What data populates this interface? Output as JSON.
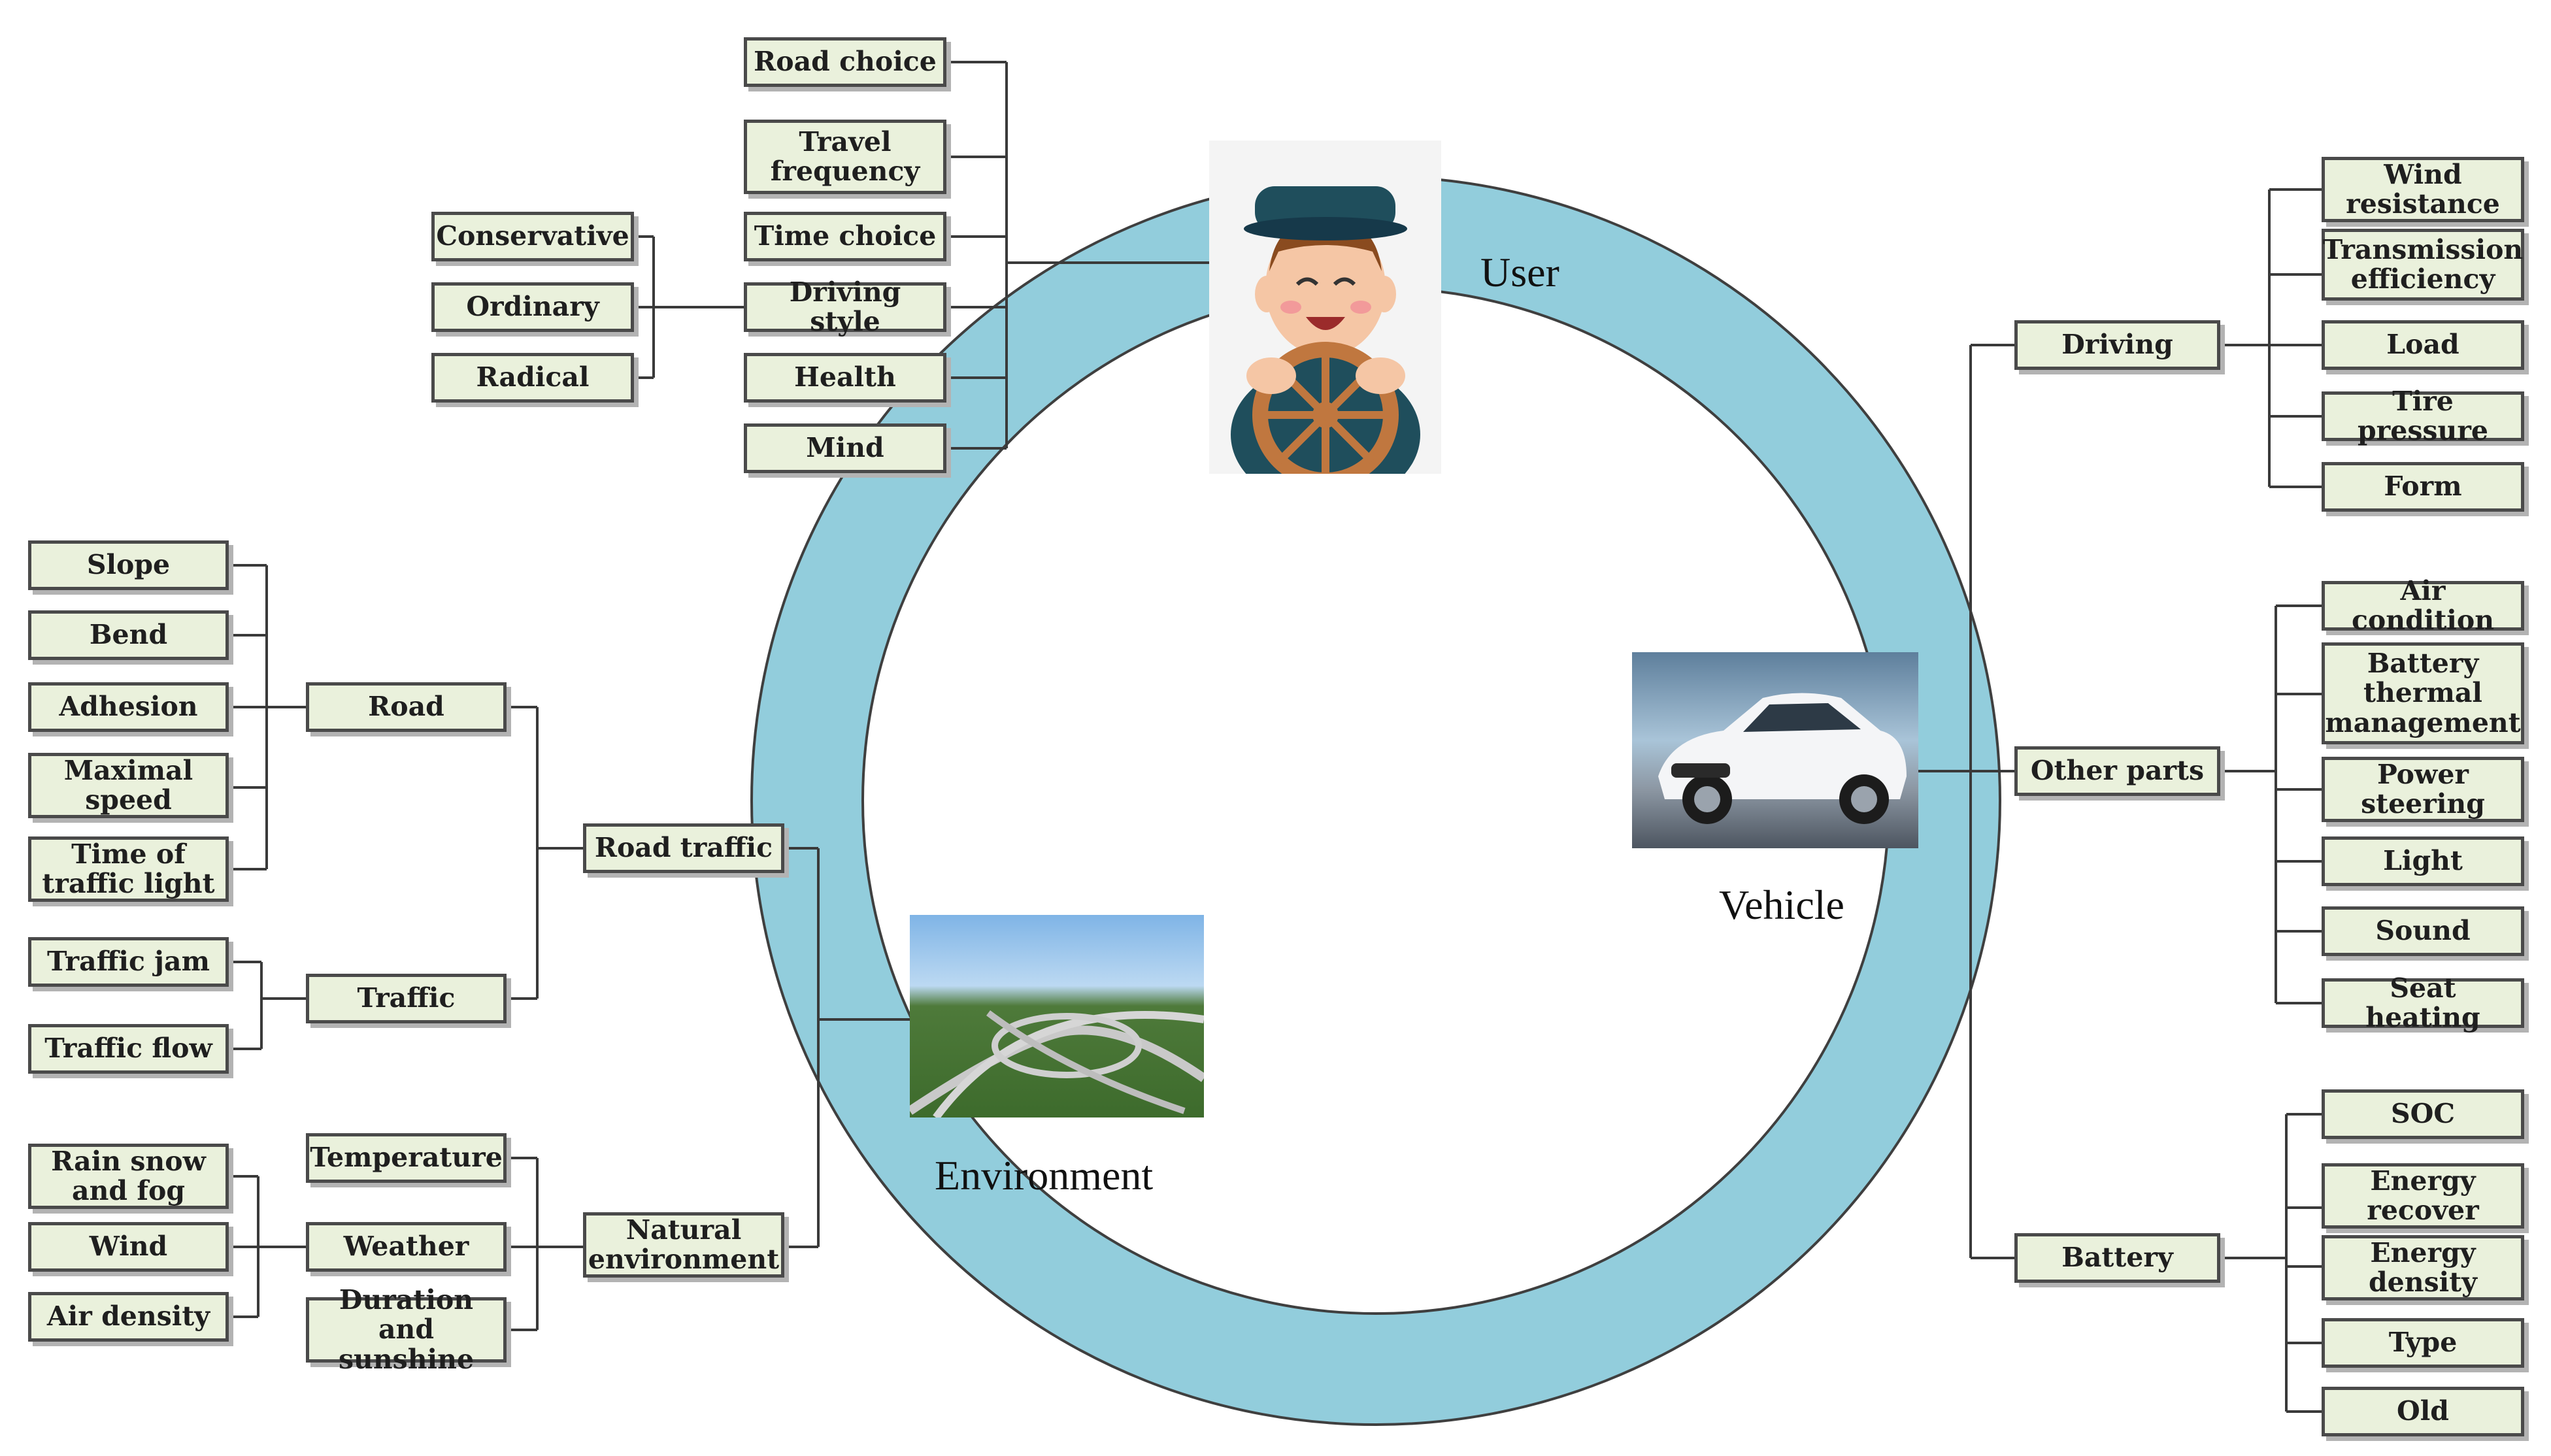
{
  "hub": {
    "user_label": "User",
    "vehicle_label": "Vehicle",
    "environment_label": "Environment",
    "ring_color": "#92cddc"
  },
  "user": {
    "driving_style": "Driving style",
    "items": {
      "road_choice": "Road choice",
      "travel_frequency": "Travel\nfrequency",
      "time_choice": "Time choice",
      "health": "Health",
      "mind": "Mind"
    },
    "styles": [
      "Conservative",
      "Ordinary",
      "Radical"
    ]
  },
  "vehicle": {
    "driving": {
      "label": "Driving",
      "items": [
        "Wind\nresistance",
        "Transmission\nefficiency",
        "Load",
        "Tire pressure",
        "Form"
      ]
    },
    "other_parts": {
      "label": "Other parts",
      "items": [
        "Air condition",
        "Battery\nthermal\nmanagement",
        "Power\nsteering",
        "Light",
        "Sound",
        "Seat heating"
      ]
    },
    "battery": {
      "label": "Battery",
      "items": [
        "SOC",
        "Energy\nrecover",
        "Energy\ndensity",
        "Type",
        "Old"
      ]
    }
  },
  "environment": {
    "road_traffic": {
      "label": "Road traffic",
      "road": {
        "label": "Road",
        "items": [
          "Slope",
          "Bend",
          "Adhesion",
          "Maximal\nspeed",
          "Time of\ntraffic light"
        ]
      },
      "traffic": {
        "label": "Traffic",
        "items": [
          "Traffic jam",
          "Traffic flow"
        ]
      }
    },
    "natural": {
      "label": "Natural\nenvironment",
      "temperature": "Temperature",
      "weather": {
        "label": "Weather",
        "items": [
          "Rain snow\nand fog",
          "Wind",
          "Air density"
        ]
      },
      "duration_sunshine": "Duration and\nsunshine"
    }
  },
  "colors": {
    "node_fill": "#eaf1dc",
    "node_border": "#4a4a4a",
    "connector": "#3a3a3a"
  }
}
